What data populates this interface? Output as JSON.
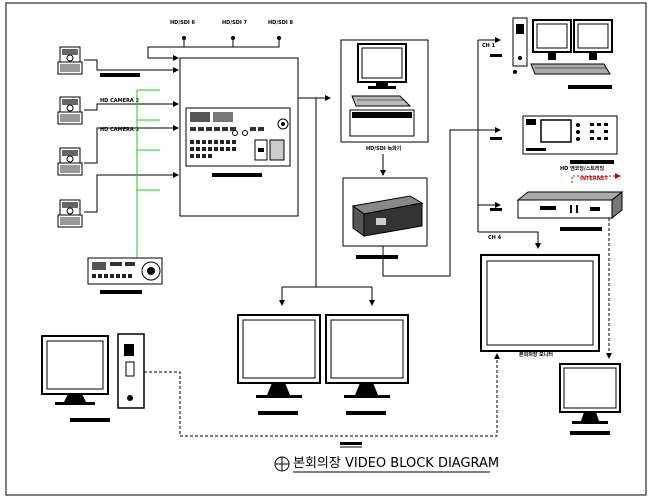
{
  "labels": {
    "hdsdi_6": "HD/SDI 6",
    "hdsdi_7": "HD/SDI 7",
    "hdsdi_8": "HD/SDI 8",
    "hd_camera_2": "HD CAMERA 2",
    "hd_camera_3": "HD CAMERA 3",
    "recorder": "HD/SDI 녹화기",
    "ch1": "CH 1",
    "ch4": "CH 4",
    "hd_encoder": "HD 엔코딩/스트리밍",
    "internet": "INTERNET",
    "wall_monitor": "본회의장 모니터"
  },
  "title": "본회의장 VIDEO BLOCK DIAGRAM",
  "colors": {
    "line": "#000000",
    "green": "#22cc22",
    "red": "#d00000"
  }
}
